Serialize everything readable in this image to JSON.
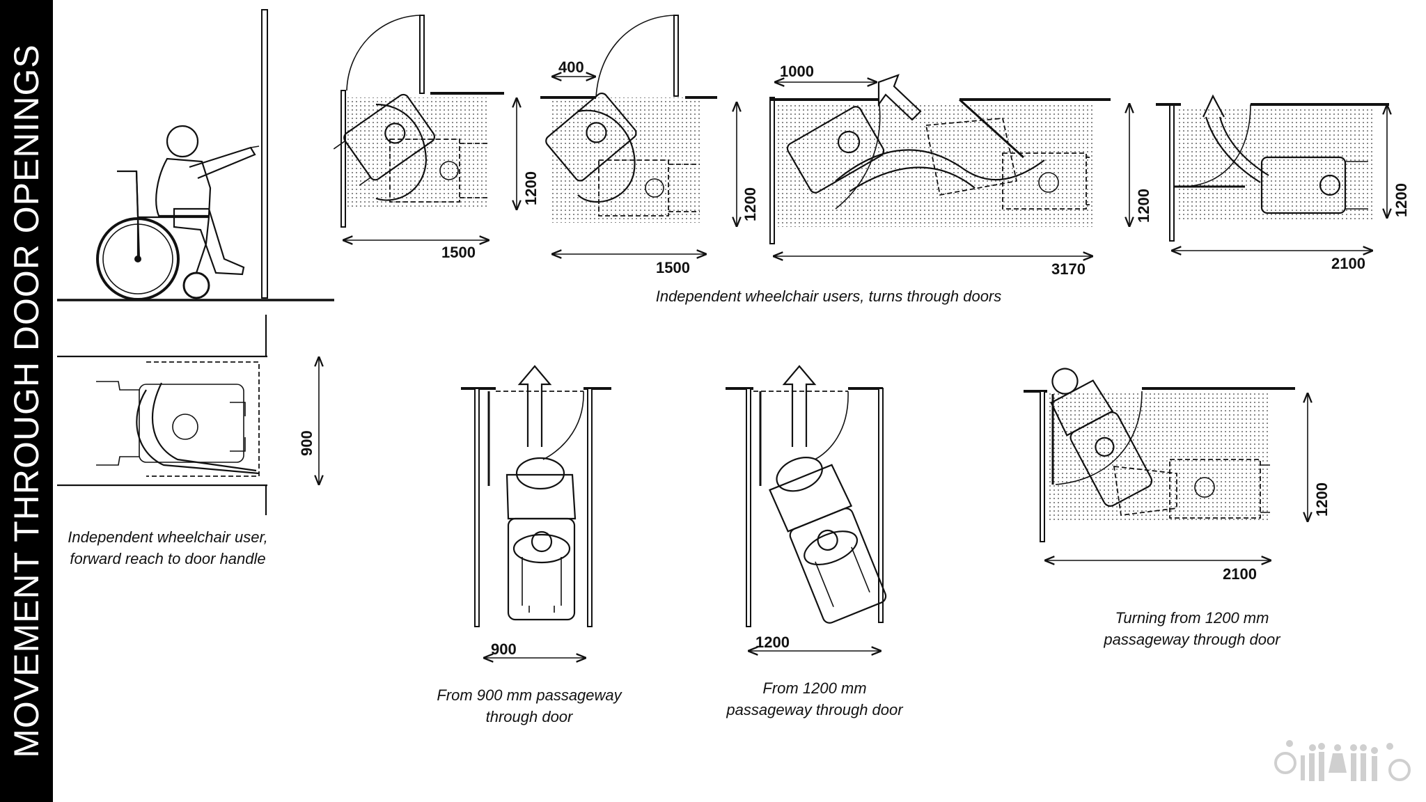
{
  "page": {
    "title": "MOVEMENT THROUGH DOOR OPENINGS"
  },
  "captions": {
    "forward_reach": [
      "Independent wheelchair user,",
      "forward reach to door handle"
    ],
    "turns_through_doors": "Independent wheelchair users, turns through doors",
    "from_900": [
      "From 900 mm passageway",
      "through door"
    ],
    "from_1200": [
      "From 1200 mm",
      "passageway through door"
    ],
    "turning_1200": [
      "Turning from 1200 mm",
      "passageway through door"
    ]
  },
  "dimensions": {
    "reach_width": "900",
    "turn_a_depth": "1200",
    "turn_a_length": "1500",
    "turn_b_offset": "400",
    "turn_b_depth": "1200",
    "turn_b_length": "1500",
    "turn_c_offset": "1000",
    "turn_c_depth": "1200",
    "turn_c_length": "3170",
    "turn_d_depth": "1200",
    "turn_d_length": "2100",
    "pass_900_width": "900",
    "pass_1200_width": "1200",
    "turning_depth": "1200",
    "turning_length": "2100"
  },
  "icons": {
    "logo": "people-accessibility-logo-icon"
  },
  "colors": {
    "sidebar": "#000000",
    "title_text": "#ffffff",
    "line": "#111111"
  }
}
